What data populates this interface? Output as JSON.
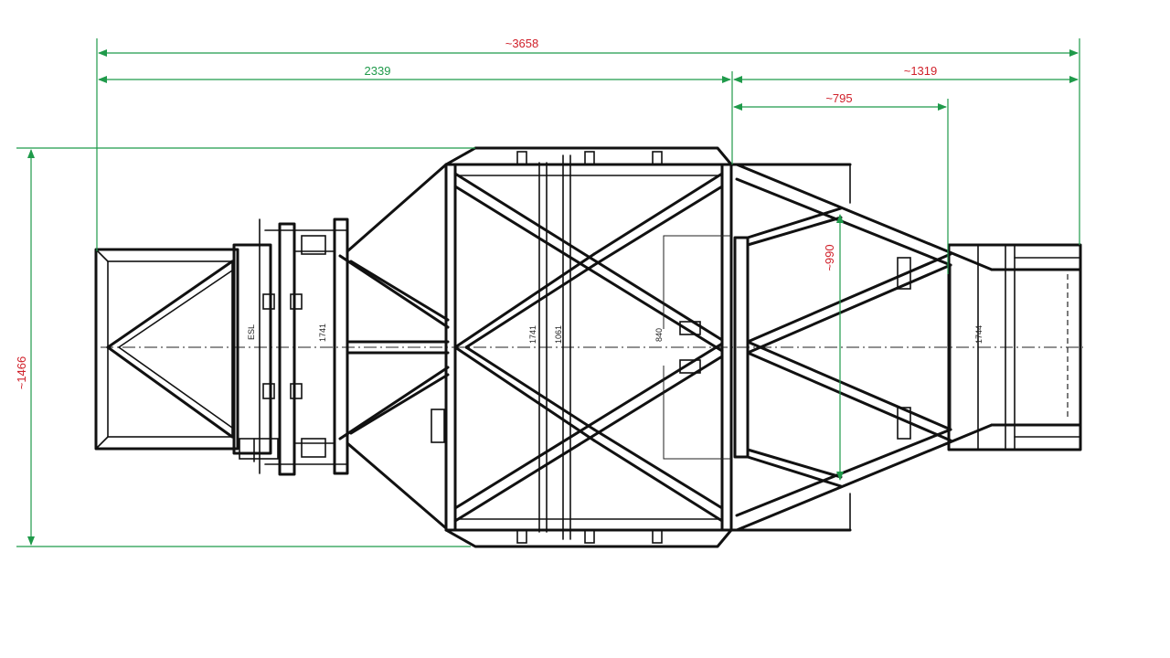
{
  "colors": {
    "dimension_line": "#1f9a4a",
    "dimension_text_red": "#d0202a",
    "dimension_text_green": "#1f9a4a",
    "frame": "#111111"
  },
  "dimensions": {
    "overall_length": "~3658",
    "front_section_length": "2339",
    "rear_section_length": "~1319",
    "rear_inner_length": "~795",
    "rear_width": "~990",
    "overall_width": "~1466"
  },
  "drawing": {
    "label_box_left": "ESL",
    "label_box_mid": "1741",
    "label_center_a": "1741",
    "label_center_b": "1061",
    "label_center_c": "840",
    "label_rear": "1744"
  }
}
